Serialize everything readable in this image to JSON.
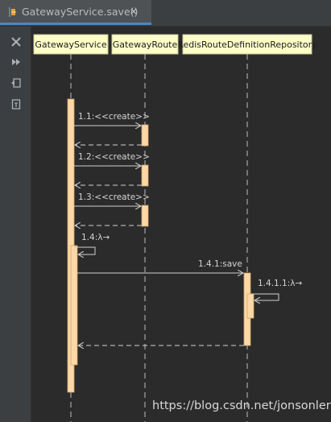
{
  "tab": {
    "title": "GatewayService.save()",
    "close_glyph": "×"
  },
  "toolbar": {
    "icons": [
      "close-icon",
      "fast-forward-icon",
      "export-image-icon",
      "file-icon"
    ]
  },
  "participants": [
    {
      "name": "GatewayService"
    },
    {
      "name": "GatewayRoute"
    },
    {
      "name": "RedisRouteDefinitionRepository"
    }
  ],
  "messages": [
    {
      "label": "1.1:<<create>>"
    },
    {
      "label": "1.2:<<create>>"
    },
    {
      "label": "1.3:<<create>>"
    },
    {
      "label": "1.4:λ→"
    },
    {
      "label": "1.4.1:save"
    },
    {
      "label": "1.4.1.1:λ→"
    }
  ],
  "watermark": "https://blog.csdn.net/jonsonler",
  "colors": {
    "background": "#2b2b2b",
    "participant_fill": "#fdfdc8",
    "activation_fill": "#fbd8a5",
    "message_line": "#d0d0d0"
  }
}
